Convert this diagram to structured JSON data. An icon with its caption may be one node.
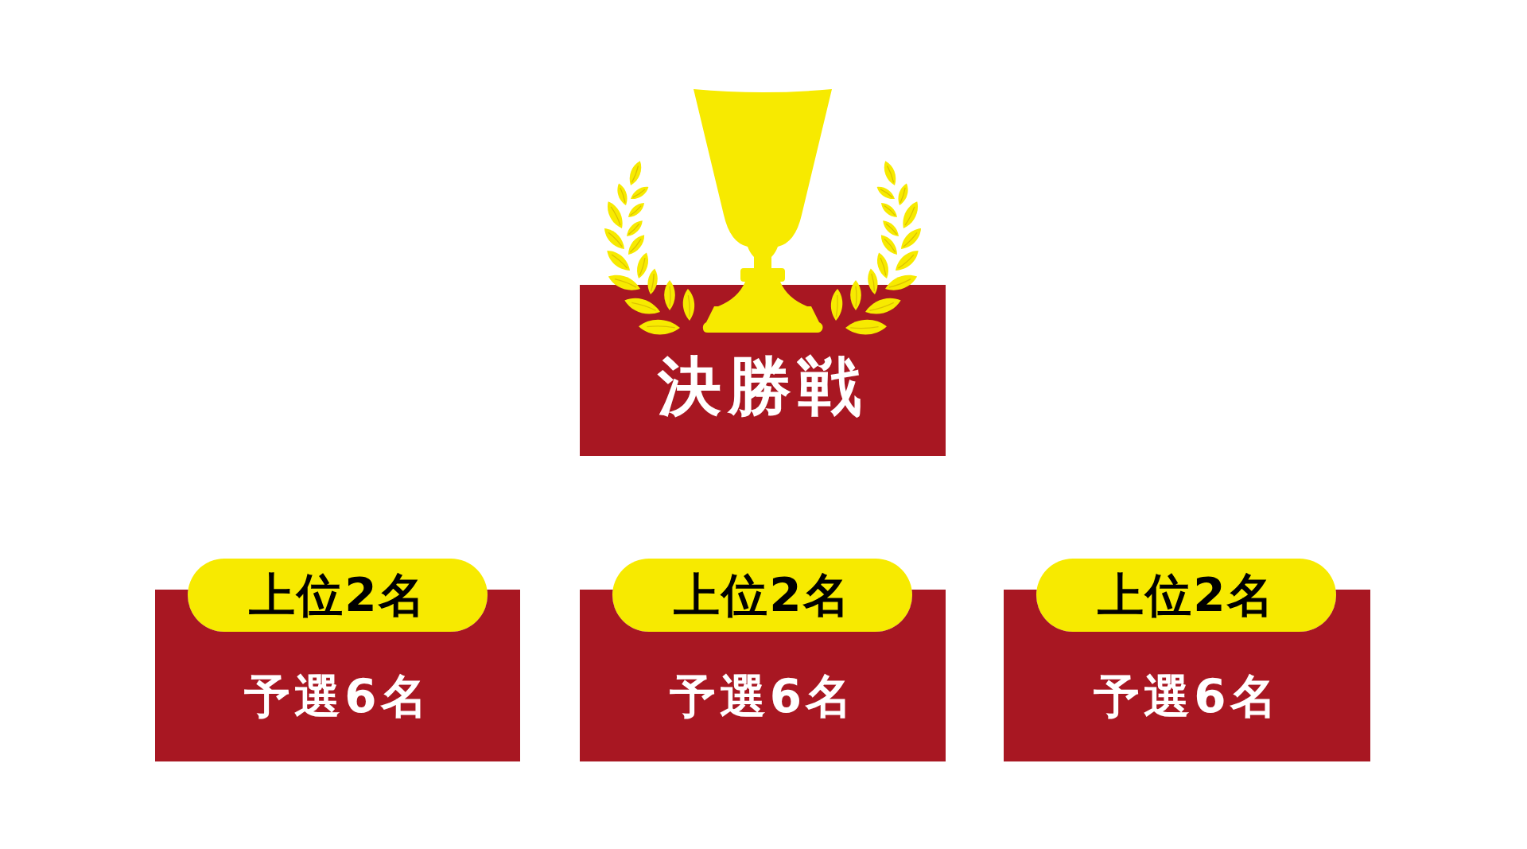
{
  "diagram": {
    "nodes": [
      {
        "text": [
          "決勝戦"
        ]
      },
      {
        "text": [
          "上位2名"
        ]
      },
      {
        "text": [
          "予選6名"
        ]
      },
      {
        "text": [
          "上位2名"
        ]
      },
      {
        "text": [
          "予選6名"
        ]
      },
      {
        "text": [
          "上位2名"
        ]
      },
      {
        "text": [
          "予選6名"
        ]
      }
    ]
  }
}
